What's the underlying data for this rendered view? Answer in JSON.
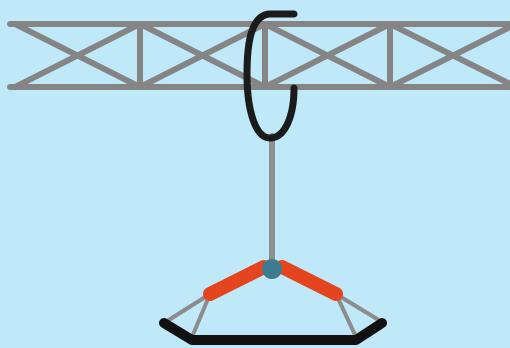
{
  "scene": {
    "colors": {
      "sky": "#bfe8f8",
      "truss": "#858585",
      "hook_loop": "#1b1b1b",
      "cable": "#8f8f8f",
      "joint": "#3f7b90",
      "arm": "#e5451e",
      "rope": "#8c8c8c",
      "swing_seat": "#111111"
    },
    "icons": {
      "truss": "steel-truss-beam",
      "hook": "hook-loop",
      "cable": "hanging-cable",
      "joint": "pivot-joint",
      "swing": "swing-seat"
    }
  }
}
